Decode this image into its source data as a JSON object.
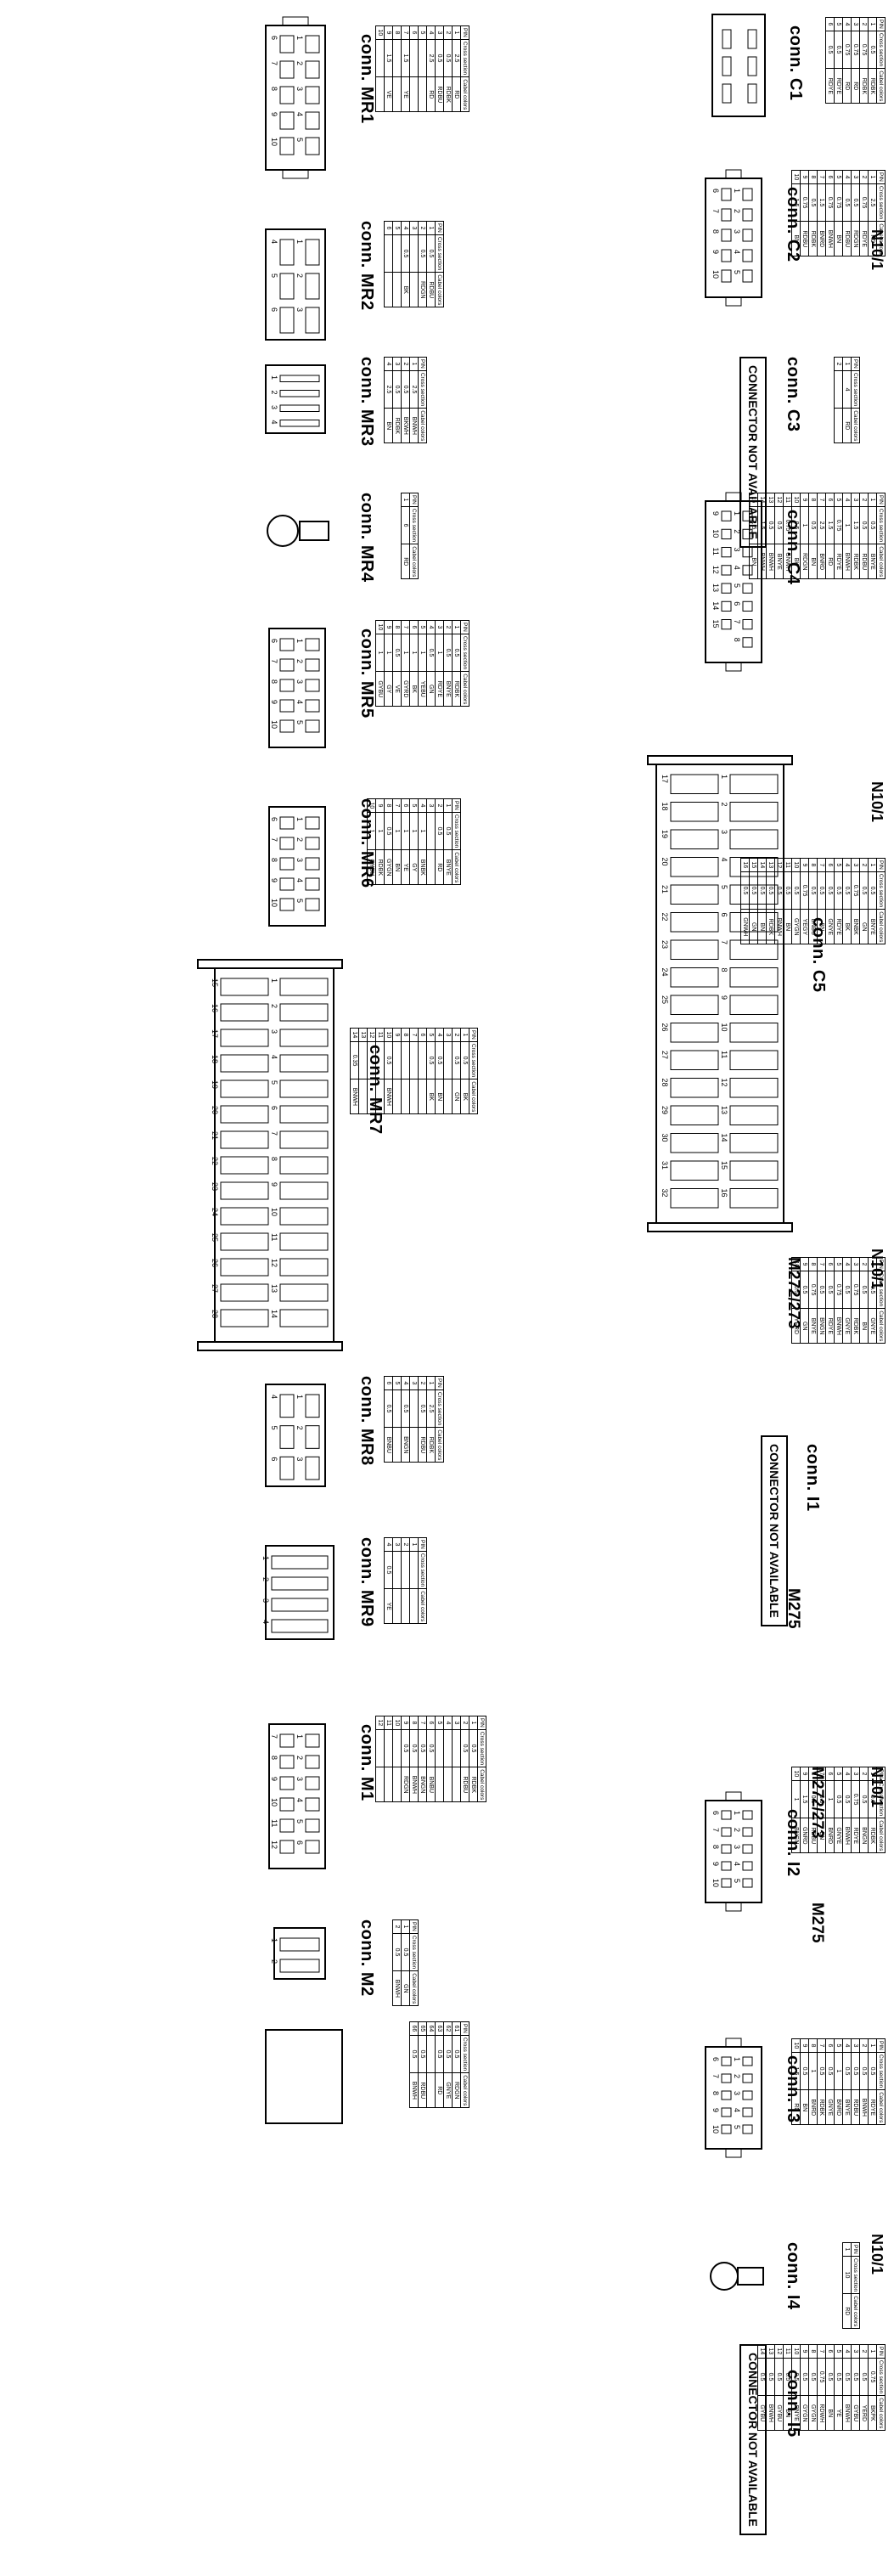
{
  "sheet_labels": [
    "N10/1",
    "N10/1",
    "N10/1",
    "N10/1",
    "N10/1"
  ],
  "table_headers": {
    "pin": "PIN",
    "cross": "Cross section",
    "colors": "Cabel colors"
  },
  "not_available": "CONNECTOR NOT AVAILABLE",
  "models": {
    "m272_a": "M272/273",
    "m275_a": "M275",
    "m272_b": "M272/273",
    "m275_b": "M275"
  },
  "connectors": {
    "c1": {
      "title": "conn. C1",
      "rows": [
        [
          "1",
          "0.5",
          "RDBK"
        ],
        [
          "2",
          "0.75",
          "RDBK"
        ],
        [
          "3",
          "0.75",
          "RD"
        ],
        [
          "4",
          "0.75",
          "RD"
        ],
        [
          "5",
          "0.5",
          "RDYE"
        ],
        [
          "6",
          "0.5",
          "RDYE"
        ]
      ]
    },
    "c2": {
      "title": "conn. C2",
      "rows": [
        [
          "1",
          "2.5",
          "RD"
        ],
        [
          "2",
          "0.75",
          "RDYE"
        ],
        [
          "3",
          "0.5",
          "RDGN"
        ],
        [
          "4",
          "0.5",
          "RDBU"
        ],
        [
          "5",
          "0.75",
          "BN"
        ],
        [
          "6",
          "0.75",
          "BNWH"
        ],
        [
          "7",
          "1.5",
          "BNRD"
        ],
        [
          "8",
          "0.5",
          "RDBK"
        ],
        [
          "9",
          "0.75",
          "RDBU"
        ],
        [
          "10",
          "1.5",
          "BN"
        ]
      ]
    },
    "c3": {
      "title": "conn. C3",
      "rows": [
        [
          "1",
          "4",
          "RD"
        ],
        [
          "2",
          "",
          ""
        ]
      ]
    },
    "c4": {
      "title": "conn. C4",
      "rows": [
        [
          "1",
          "0.5",
          "BNYE"
        ],
        [
          "2",
          "0.5",
          "RDBU"
        ],
        [
          "3",
          "1.5",
          "RDBK"
        ],
        [
          "4",
          "1",
          "BNWH"
        ],
        [
          "5",
          "0.75",
          "RDYE"
        ],
        [
          "6",
          "1.5",
          "RD"
        ],
        [
          "7",
          "2.5",
          "BNRD"
        ],
        [
          "8",
          "0.5",
          "BN"
        ],
        [
          "9",
          "1",
          "RDGN"
        ],
        [
          "10",
          "0.5",
          "BK"
        ],
        [
          "11",
          "0.75",
          "GNWH"
        ],
        [
          "12",
          "0.5",
          "BNYE"
        ],
        [
          "13",
          "0.5",
          "BNWH"
        ],
        [
          "14",
          "1.5",
          "BNWH"
        ],
        [
          "15",
          "1.5",
          "BN"
        ]
      ]
    },
    "c5": {
      "title": "conn. C5",
      "rows": [
        [
          "1",
          "0.5",
          "BNYE"
        ],
        [
          "2",
          "0.5",
          "GN"
        ],
        [
          "3",
          "0.75",
          "BNBK"
        ],
        [
          "4",
          "0.5",
          "BK"
        ],
        [
          "5",
          "0.5",
          "RDYE"
        ],
        [
          "6",
          "0.5",
          "GNYE"
        ],
        [
          "7",
          "0.5",
          "BN"
        ],
        [
          "8",
          "0.5",
          "BNBU"
        ],
        [
          "9",
          "0.75",
          "YEGY"
        ],
        [
          "10",
          "0.5",
          "GYGN"
        ],
        [
          "11",
          "0.5",
          "BN"
        ],
        [
          "12",
          "0.5",
          "BNWH"
        ],
        [
          "13",
          "0.5",
          "RDBK"
        ],
        [
          "14",
          "0.5",
          "BN"
        ],
        [
          "15",
          "0.5",
          "GN"
        ],
        [
          "16",
          "0.5",
          "GNWH"
        ]
      ]
    },
    "i1": {
      "title": "conn. I1",
      "rows": [
        [
          "1",
          "0.5",
          "GNYE"
        ],
        [
          "2",
          "0.5",
          "BN"
        ],
        [
          "3",
          "0.75",
          "RDBK"
        ],
        [
          "4",
          "0.5",
          "GNYE"
        ],
        [
          "5",
          "0.75",
          "BNWH"
        ],
        [
          "6",
          "0.5",
          "RDYE"
        ],
        [
          "7",
          "0.5",
          "BNGN"
        ],
        [
          "8",
          "0.75",
          "BNYE"
        ],
        [
          "9",
          "0.5",
          "GN"
        ],
        [
          "10",
          "0.5",
          "YERD"
        ]
      ]
    },
    "i2": {
      "title": "conn. I2",
      "rows": [
        [
          "1",
          "0.5",
          "RDBK"
        ],
        [
          "2",
          "0.5",
          "BNGN"
        ],
        [
          "3",
          "0.75",
          "RDYE"
        ],
        [
          "4",
          "0.5",
          "BNWH"
        ],
        [
          "5",
          "0.5",
          "GNYE"
        ],
        [
          "6",
          "1",
          "BNRD"
        ],
        [
          "7",
          "0.5",
          "BN"
        ],
        [
          "8",
          "0.5",
          "RDBU"
        ],
        [
          "9",
          "1.5",
          "GNRD"
        ],
        [
          "10",
          "1",
          "BNGN"
        ]
      ]
    },
    "i3": {
      "title": "conn. I3",
      "rows": [
        [
          "1",
          "0.5",
          "RDYE"
        ],
        [
          "2",
          "0.5",
          "BNWH"
        ],
        [
          "3",
          "0.5",
          "RDBU"
        ],
        [
          "4",
          "0.5",
          "BNYE"
        ],
        [
          "5",
          "1",
          "BNRD"
        ],
        [
          "6",
          "0.5",
          "GNYE"
        ],
        [
          "7",
          "0.5",
          "RDBK"
        ],
        [
          "8",
          "1",
          "BNRD"
        ],
        [
          "9",
          "0.5",
          "BN"
        ],
        [
          "10",
          "1.5",
          "RD"
        ]
      ]
    },
    "i4": {
      "title": "conn. I4",
      "rows": [
        [
          "1",
          "10",
          "RD"
        ]
      ]
    },
    "i5": {
      "title": "conn. I5",
      "rows": [
        [
          "1",
          "0.75",
          "BKPK"
        ],
        [
          "2",
          "0.5",
          "YERD"
        ],
        [
          "3",
          "0.5",
          "GYBU"
        ],
        [
          "4",
          "0.5",
          "BNWH"
        ],
        [
          "5",
          "0.5",
          "YE"
        ],
        [
          "6",
          "0.5",
          "BN"
        ],
        [
          "7",
          "0.75",
          "RDWH"
        ],
        [
          "8",
          "0.5",
          "GYGN"
        ],
        [
          "9",
          "0.5",
          "GYGN"
        ],
        [
          "10",
          "0.5",
          "BNYE"
        ],
        [
          "11",
          "0.5",
          "BN"
        ],
        [
          "12",
          "0.5",
          "GYBU"
        ],
        [
          "13",
          "0.5",
          "BNWH"
        ],
        [
          "14",
          "0.5",
          "GYBU"
        ]
      ]
    },
    "mr1": {
      "title": "conn. MR1",
      "rows": [
        [
          "1",
          "2.5",
          "RD"
        ],
        [
          "2",
          "0.5",
          "RDBK"
        ],
        [
          "3",
          "0.5",
          "RDBU"
        ],
        [
          "4",
          "2.5",
          "RD"
        ],
        [
          "5",
          "",
          ""
        ],
        [
          "6",
          "",
          ""
        ],
        [
          "7",
          "1.5",
          "YE"
        ],
        [
          "8",
          "",
          ""
        ],
        [
          "9",
          "1.5",
          "VE"
        ],
        [
          "10",
          "",
          ""
        ]
      ]
    },
    "mr2": {
      "title": "conn. MR2",
      "rows": [
        [
          "1",
          "0.5",
          "RDBU"
        ],
        [
          "2",
          "0.5",
          "RDGN"
        ],
        [
          "3",
          "",
          ""
        ],
        [
          "4",
          "0.5",
          "BK"
        ],
        [
          "5",
          "",
          ""
        ],
        [
          "6",
          "",
          ""
        ]
      ]
    },
    "mr3": {
      "title": "conn. MR3",
      "rows": [
        [
          "1",
          "2.5",
          "BNWH"
        ],
        [
          "2",
          "0.5",
          "BKWH"
        ],
        [
          "3",
          "0.5",
          "RDBK"
        ],
        [
          "4",
          "2.5",
          "BN"
        ]
      ]
    },
    "mr4": {
      "title": "conn. MR4",
      "rows": [
        [
          "1",
          "6",
          "RD"
        ]
      ]
    },
    "mr5": {
      "title": "conn. MR5",
      "rows": [
        [
          "1",
          "0.5",
          "RDBK"
        ],
        [
          "2",
          "0.5",
          "BNYE"
        ],
        [
          "3",
          "1",
          "RDYE"
        ],
        [
          "4",
          "0.5",
          "GN"
        ],
        [
          "5",
          "1",
          "YEBU"
        ],
        [
          "6",
          "1",
          "BK"
        ],
        [
          "7",
          "1",
          "GYRD"
        ],
        [
          "8",
          "0.5",
          "VE"
        ],
        [
          "9",
          "1",
          "GY"
        ],
        [
          "10",
          "1",
          "GYBU"
        ]
      ]
    },
    "mr6": {
      "title": "conn. MR6",
      "rows": [
        [
          "1",
          "0.5",
          "BNYE"
        ],
        [
          "2",
          "0.5",
          "RD"
        ],
        [
          "3",
          "",
          ""
        ],
        [
          "4",
          "1",
          "BNBK"
        ],
        [
          "5",
          "1",
          "GY"
        ],
        [
          "6",
          "1",
          "YE"
        ],
        [
          "7",
          "1",
          "BN"
        ],
        [
          "8",
          "0.5",
          "GYGN"
        ],
        [
          "9",
          "1",
          "RDBK"
        ],
        [
          "10",
          "1",
          "GYBU"
        ]
      ]
    },
    "mr7": {
      "title": "conn. MR7",
      "rows": [
        [
          "1",
          "0.5",
          "BK"
        ],
        [
          "2",
          "0.5",
          "GN"
        ],
        [
          "3",
          "",
          ""
        ],
        [
          "4",
          "0.5",
          "BN"
        ],
        [
          "5",
          "0.5",
          "BK"
        ],
        [
          "6",
          "",
          ""
        ],
        [
          "7",
          "",
          ""
        ],
        [
          "8",
          "",
          ""
        ],
        [
          "9",
          "",
          ""
        ],
        [
          "10",
          "0.5",
          "BNWH"
        ],
        [
          "11",
          "",
          ""
        ],
        [
          "12",
          "",
          ""
        ],
        [
          "13",
          "",
          ""
        ],
        [
          "14",
          "0.35",
          "BNWH"
        ]
      ]
    },
    "mr8": {
      "title": "conn. MR8",
      "rows": [
        [
          "1",
          "2.5",
          "RDBK"
        ],
        [
          "2",
          "0.5",
          "RDBU"
        ],
        [
          "3",
          "",
          ""
        ],
        [
          "4",
          "0.5",
          "BNGN"
        ],
        [
          "5",
          "",
          ""
        ],
        [
          "6",
          "0.5",
          "BNBU"
        ]
      ]
    },
    "mr9": {
      "title": "conn. MR9",
      "rows": [
        [
          "1",
          "",
          ""
        ],
        [
          "2",
          "",
          ""
        ],
        [
          "3",
          "",
          ""
        ],
        [
          "4",
          "0.5",
          "YE"
        ]
      ]
    },
    "m1": {
      "title": "conn. M1",
      "rows": [
        [
          "1",
          "0.5",
          "RDBK"
        ],
        [
          "2",
          "0.5",
          "RDBU"
        ],
        [
          "3",
          "",
          ""
        ],
        [
          "4",
          "",
          ""
        ],
        [
          "5",
          "",
          ""
        ],
        [
          "6",
          "0.5",
          "BNBU"
        ],
        [
          "7",
          "0.5",
          "BNGN"
        ],
        [
          "8",
          "0.5",
          "BNWH"
        ],
        [
          "9",
          "0.5",
          "RDGN"
        ],
        [
          "10",
          "",
          ""
        ],
        [
          "11",
          "",
          ""
        ],
        [
          "12",
          "",
          ""
        ]
      ]
    },
    "m2": {
      "title": "conn. M2",
      "rows": [
        [
          "1",
          "0.5",
          "GN"
        ],
        [
          "2",
          "0.5",
          "BNWH"
        ]
      ]
    },
    "m3": {
      "title": "",
      "rows": [
        [
          "61",
          "0.5",
          "RDGN"
        ],
        [
          "62",
          "0.5",
          "GNYE"
        ],
        [
          "63",
          "0.5",
          "RD"
        ],
        [
          "64",
          "",
          ""
        ],
        [
          "65",
          "0.5",
          "RDBU"
        ],
        [
          "66",
          "0.5",
          "BNWH"
        ]
      ]
    }
  }
}
